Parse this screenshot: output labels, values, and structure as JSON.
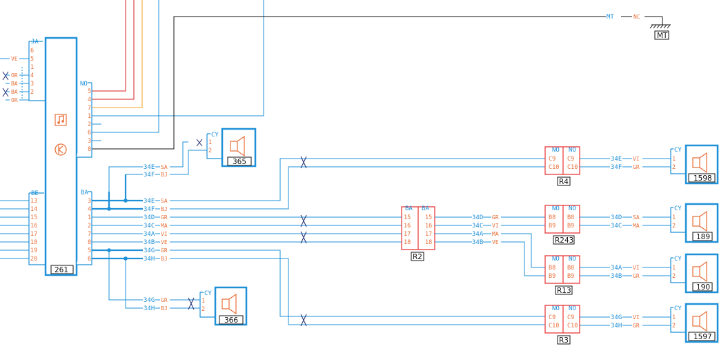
{
  "diagram": {
    "components": {
      "c261": "261",
      "c365": "365",
      "c366": "366",
      "c1598": "1598",
      "c189": "189",
      "c190": "190",
      "c1597": "1597",
      "cR2": "R2",
      "cR4": "R4",
      "cR243": "R243",
      "cR13": "R13",
      "cR3": "R3",
      "cMT": "MT"
    },
    "connectors": {
      "JA": "JA",
      "NO": "NO",
      "BE": "BE",
      "BA": "BA",
      "CY": "CY",
      "NC": "NC",
      "MT": "MT"
    },
    "pins": {
      "ja": [
        "6",
        "5",
        "1",
        "4",
        "3",
        "2"
      ],
      "no261": [
        "5",
        "4",
        "7",
        "1",
        "2",
        "6",
        "3",
        "8"
      ],
      "be": [
        "13",
        "14",
        "15",
        "16",
        "17",
        "18",
        "19",
        "20"
      ],
      "ba261": [
        "3",
        "4",
        "1",
        "2",
        "7",
        "8",
        "5",
        "6"
      ],
      "cy": [
        "1",
        "2"
      ],
      "r2": [
        "15",
        "16",
        "17",
        "18"
      ],
      "c9c10": [
        "C9",
        "C10"
      ],
      "b8b9": [
        "B8",
        "B9"
      ]
    },
    "wire_codes": {
      "w34E": "34E",
      "w34F": "34F",
      "w34D": "34D",
      "w34C": "34C",
      "w34A": "34A",
      "w34B": "34B",
      "w34G": "34G",
      "w34H": "34H"
    },
    "colors": {
      "VE": "VE",
      "OR": "OR",
      "BA": "BA",
      "SA": "SA",
      "BJ": "BJ",
      "GR": "GR",
      "MA": "MA",
      "VI": "VI",
      "NO": "NO",
      "MT": "MT"
    },
    "palette": {
      "wire": "#1e90d8",
      "ground": "#111111",
      "red": "#d81e1e",
      "orange": "#f0a020",
      "label": "#e8703a",
      "connector": "#e83030"
    },
    "icons": {
      "radio_symbol": "music-note-icon",
      "radio_symbol2": "signal-icon",
      "speaker": "speaker-icon",
      "ground": "ground-icon",
      "twist": "twisted-pair-icon"
    }
  }
}
